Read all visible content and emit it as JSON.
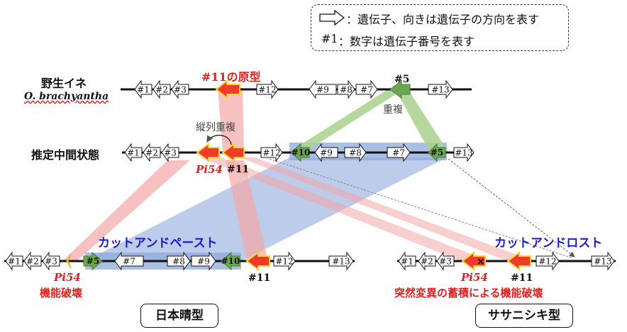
{
  "legend": {
    "arrow_icon": "gene-arrow-icon",
    "arrow_text": "：遺伝子、向きは遺伝子の方向を表す",
    "number_key": "#1",
    "number_text": "：数字は遺伝子番号を表す"
  },
  "rows": {
    "wild": {
      "label": "野生イネ",
      "species": "O. brachyantha"
    },
    "intermediate": {
      "label": "推定中間状態"
    }
  },
  "annotations": {
    "origin_11": "#11の原型",
    "duplication": "重複",
    "tandem_duplication": "縦列重複",
    "pi54": "Pi54",
    "gene11": "#11",
    "gene5": "#5",
    "cut_paste": "カットアンドペースト",
    "cut_lost": "カットアンドロスト",
    "pi54_left": "Pi54",
    "pi54_right": "Pi54",
    "gene11_left": "#11",
    "gene11_right": "#11",
    "loss_function": "機能破壊",
    "mutation_loss": "突然変異の蓄積による機能破壊"
  },
  "cultivars": {
    "nipponbare": "日本晴型",
    "sasanishiki": "ササニシキ型"
  },
  "genes": {
    "wild": [
      "#1",
      "#2",
      "#3",
      "#12",
      "#9",
      "#8",
      "#7",
      "#13"
    ],
    "intermediate": [
      "#1",
      "#2",
      "#3",
      "#12",
      "#10",
      "#9",
      "#8",
      "#7",
      "#5",
      "#13"
    ],
    "nipponbare": [
      "#1",
      "#2",
      "#3",
      "#5",
      "#7",
      "#8",
      "#9",
      "#10",
      "#12",
      "#13"
    ],
    "sasanishiki": [
      "#1",
      "#2",
      "#3",
      "#12",
      "#13"
    ]
  },
  "colors": {
    "gene_fill": "#ffffff",
    "pi54_red": "#f03a2a",
    "pi54_outline": "#f5d23a",
    "green": "#6aa84f",
    "green_band": "#a9d18e",
    "red_band": "#f4a6a6",
    "blue_band": "#8faadc",
    "label_red": "#e02020",
    "label_blue": "#1a1ad0"
  }
}
